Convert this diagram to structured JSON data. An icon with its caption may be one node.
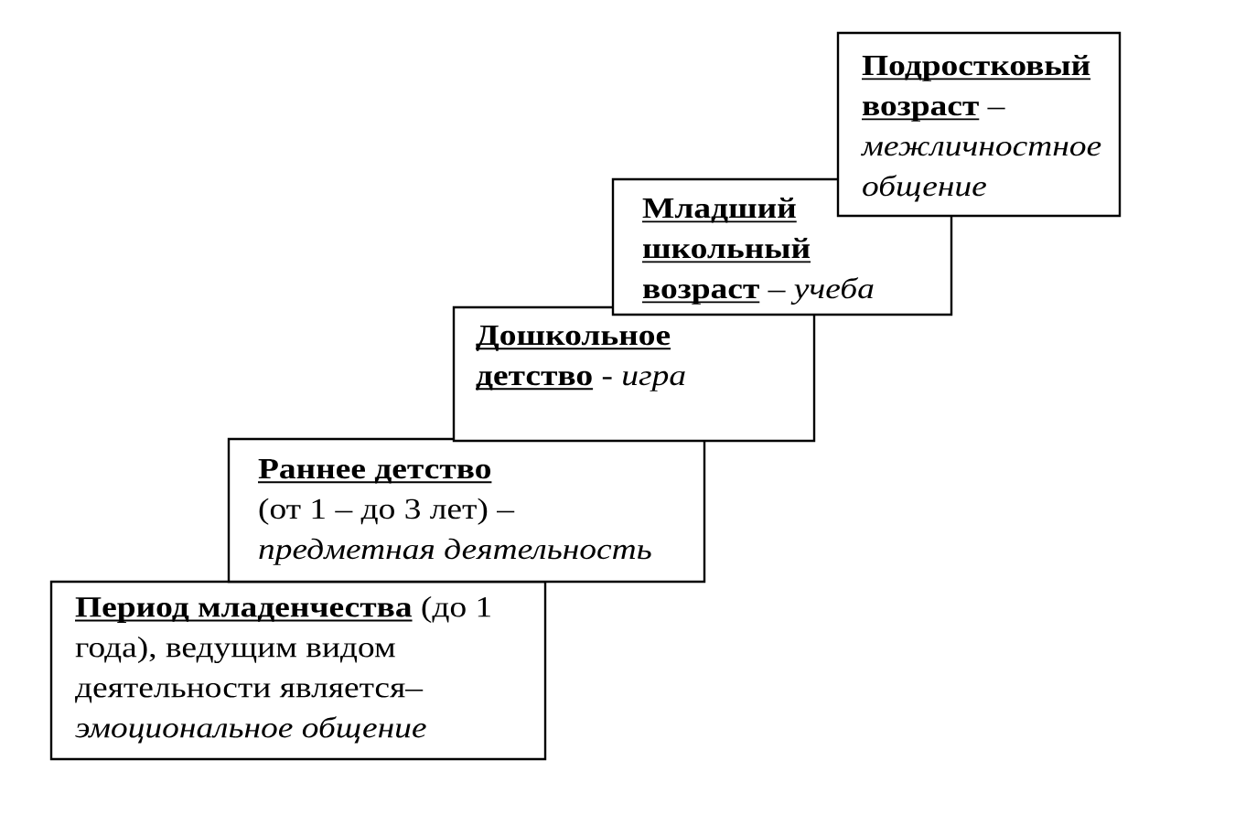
{
  "diagram": {
    "nodes": [
      {
        "text": [
          "Период младенчества",
          "(до 1 года), ведущим видом деятельности является– *эмоциональное общение*"
        ]
      },
      {
        "text": [
          "Раннее детство",
          "(от 1 – до 3 лет) – *предметная деятельность*"
        ]
      },
      {
        "text": [
          "Дошкольное детство",
          "- *игра*"
        ]
      },
      {
        "text": [
          "Младший школьный возраст",
          "– *учеба*"
        ]
      },
      {
        "text": [
          "Подростковый возраст",
          "– *межличностное общение*"
        ]
      }
    ]
  }
}
